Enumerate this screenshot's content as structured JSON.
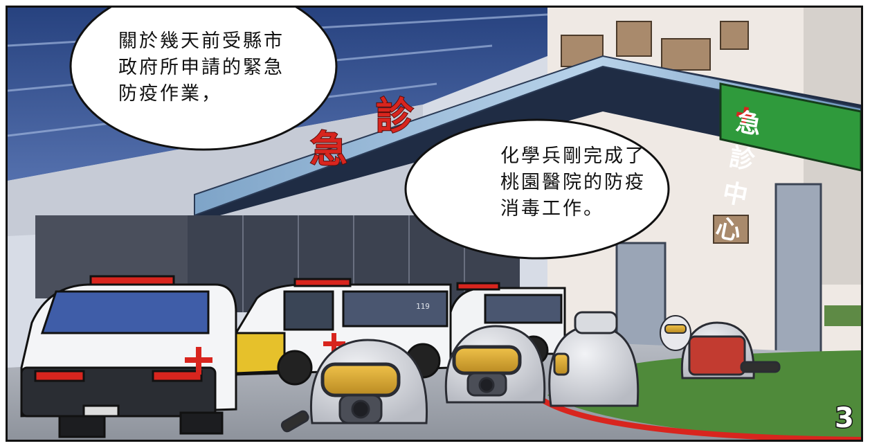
{
  "bubbles": {
    "left": {
      "line1": "關於幾天前受縣市",
      "line2": "政府所申請的緊急",
      "line3": "防疫作業，"
    },
    "right": {
      "line1": "化學兵剛完成了",
      "line2": "桃園醫院的防疫",
      "line3": "消毒工作。"
    }
  },
  "signs": {
    "roof_char_1": "急",
    "roof_char_2": "診",
    "canopy_sign": "急診中心",
    "cross_symbol": "✚"
  },
  "vehicles": {
    "ambulance_number": "119"
  },
  "page_number": "3",
  "colors": {
    "sky_building_blue": "#2f4f9e",
    "canopy_glass": "#8fb3d6",
    "sign_green": "#2f9a3c",
    "cross_red": "#d8251e",
    "lawn_green": "#4f8a3a",
    "mascot_gray": "#d9dbe0",
    "goggle_yellow": "#e2b43a"
  }
}
